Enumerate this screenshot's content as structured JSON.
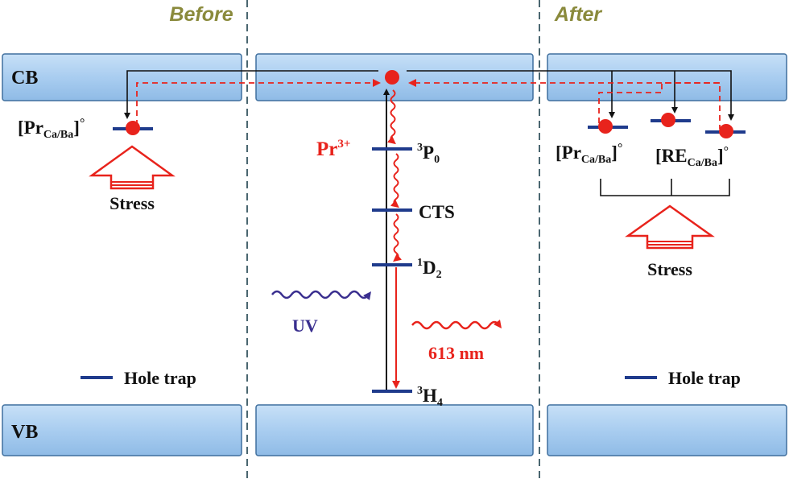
{
  "headers": {
    "before": "Before",
    "after": "After"
  },
  "bands": {
    "conduction": "CB",
    "valence": "VB"
  },
  "levels": {
    "p0": {
      "sup": "3",
      "base": "P",
      "sub": "0"
    },
    "cts": "CTS",
    "d2": {
      "sup": "1",
      "base": "D",
      "sub": "2"
    },
    "h4": {
      "sup": "3",
      "base": "H",
      "sub": "4"
    }
  },
  "ion": {
    "base": "Pr",
    "sup": "3+"
  },
  "defects": {
    "pr_left": {
      "open": "[Pr",
      "sub": "Ca/Ba",
      "close": "]",
      "charge": "°"
    },
    "pr_right": {
      "open": "[Pr",
      "sub": "Ca/Ba",
      "close": "]",
      "charge": "°"
    },
    "re_right": {
      "open": "[RE",
      "sub": "Ca/Ba",
      "close": "]",
      "charge": "°"
    }
  },
  "labels": {
    "uv": "UV",
    "emission": "613 nm",
    "stress_left": "Stress",
    "stress_right": "Stress",
    "legend_left": "Hole trap",
    "legend_right": "Hole trap"
  },
  "colors": {
    "band_fill": "#a9cdf0",
    "band_stroke": "#3f6f9e",
    "trap": "#1f3b8c",
    "electron": "#e8231c",
    "header": "#8a8a3c",
    "uv": "#3a2f8f",
    "divider": "#4a6670"
  }
}
